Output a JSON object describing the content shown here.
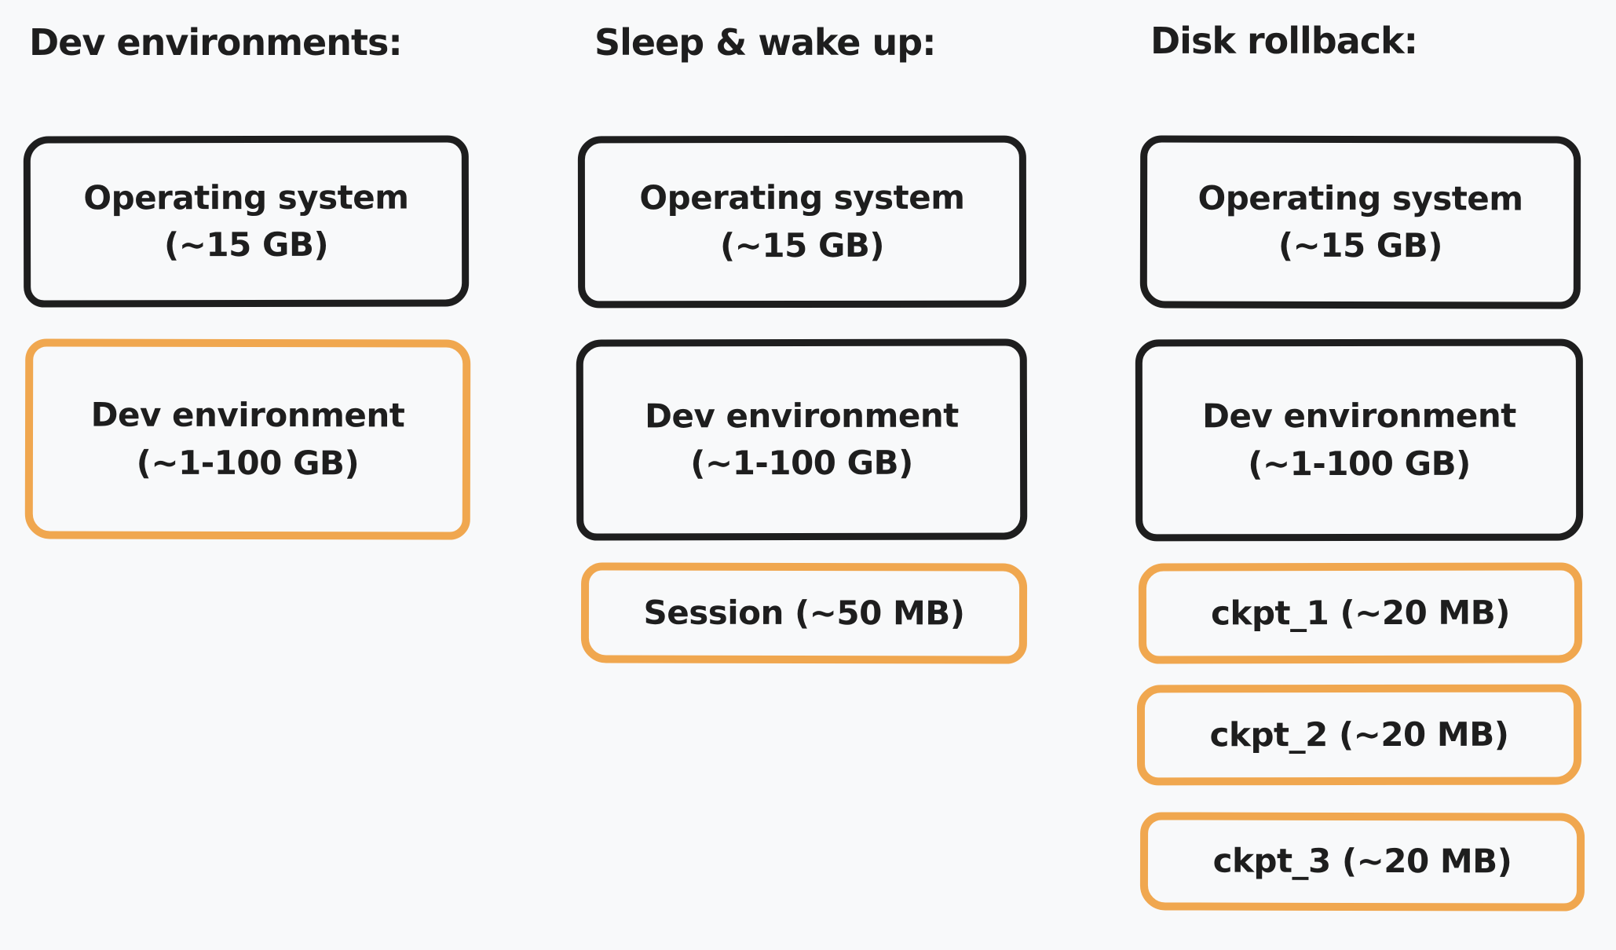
{
  "colors": {
    "ink": "#1e1e1e",
    "accent": "#f0a74f",
    "background": "#f8f9fa"
  },
  "columns": [
    {
      "title": "Dev environments:",
      "boxes": [
        {
          "style": "dark",
          "lines": [
            "Operating system",
            "(~15 GB)"
          ]
        },
        {
          "style": "accent",
          "lines": [
            "Dev environment",
            "(~1-100 GB)"
          ]
        }
      ]
    },
    {
      "title": "Sleep & wake up:",
      "boxes": [
        {
          "style": "dark",
          "lines": [
            "Operating system",
            "(~15 GB)"
          ]
        },
        {
          "style": "dark",
          "lines": [
            "Dev environment",
            "(~1-100 GB)"
          ]
        },
        {
          "style": "accent",
          "lines": [
            "Session (~50 MB)"
          ]
        }
      ]
    },
    {
      "title": "Disk rollback:",
      "boxes": [
        {
          "style": "dark",
          "lines": [
            "Operating system",
            "(~15 GB)"
          ]
        },
        {
          "style": "dark",
          "lines": [
            "Dev environment",
            "(~1-100 GB)"
          ]
        },
        {
          "style": "accent",
          "lines": [
            "ckpt_1 (~20 MB)"
          ]
        },
        {
          "style": "accent",
          "lines": [
            "ckpt_2 (~20 MB)"
          ]
        },
        {
          "style": "accent",
          "lines": [
            "ckpt_3 (~20 MB)"
          ]
        }
      ]
    }
  ]
}
